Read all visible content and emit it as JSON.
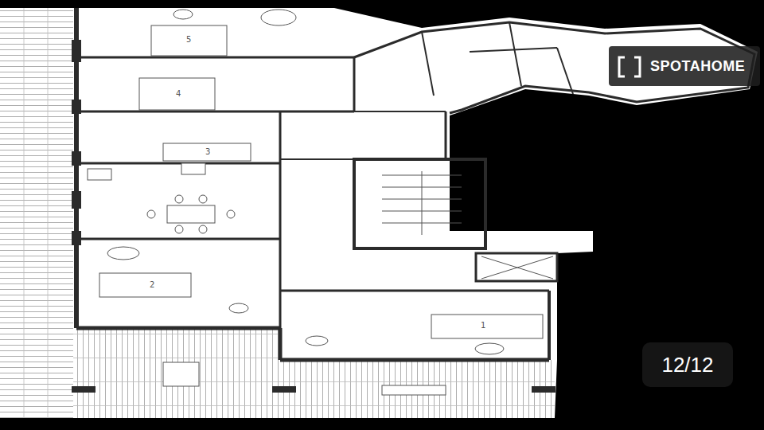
{
  "diagram": {
    "nodes": [
      {
        "text": [
          "SPOTAHOME"
        ]
      },
      {
        "text": [
          "12/12"
        ]
      }
    ],
    "labels": [
      "5",
      "4",
      "3",
      "2",
      "1"
    ]
  }
}
